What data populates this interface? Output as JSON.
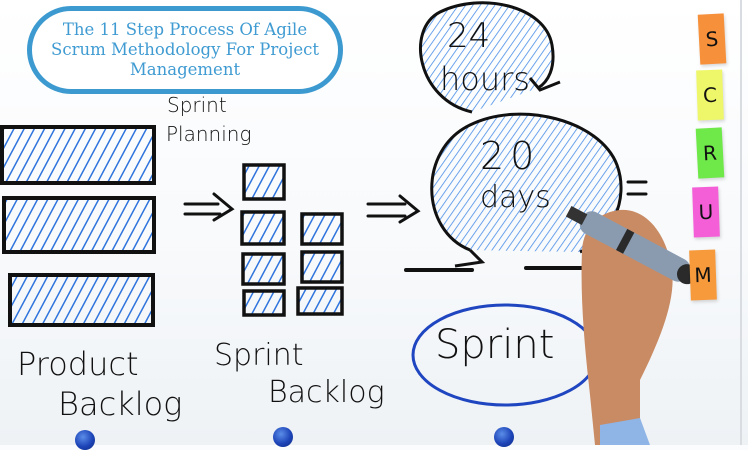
{
  "title": {
    "lines": [
      "The 11 Step Process Of Agile",
      "Scrum Methodology For Project",
      "Management"
    ],
    "color": "#3c9ad0"
  },
  "whiteboard": {
    "sprint_planning": [
      "Sprint",
      "Planning"
    ],
    "product_backlog": [
      "Product",
      "Backlog"
    ],
    "sprint_backlog": [
      "Sprint",
      "Backlog"
    ],
    "daily_cycle": {
      "number": "24",
      "unit": "hours"
    },
    "sprint_cycle": {
      "number": "20",
      "unit": "days"
    },
    "equals": "=",
    "sprint_oval": "Sprint",
    "arrow": "=>"
  },
  "sticky_notes": [
    {
      "letter": "S",
      "color": "#f7903a"
    },
    {
      "letter": "C",
      "color": "#eef76a"
    },
    {
      "letter": "R",
      "color": "#6fe84a"
    },
    {
      "letter": "U",
      "color": "#f45fd8"
    },
    {
      "letter": "M",
      "color": "#f79a3c"
    }
  ],
  "colors": {
    "hatch_blue": "#2f74dd",
    "ink_black": "#111111",
    "magnet_blue": "#1d44b8"
  }
}
